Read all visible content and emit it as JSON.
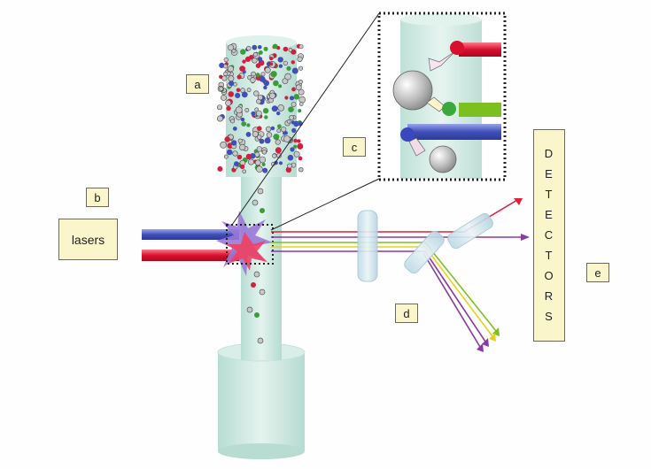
{
  "labels": {
    "a": "a",
    "b": "b",
    "c": "c",
    "d": "d",
    "e": "e"
  },
  "lasers_text": "lasers",
  "detectors_text": "DETECTORS",
  "colors": {
    "red_beam": "#e0203c",
    "blue_beam": "#5060c0",
    "green_beam": "#7cc020",
    "yellow_beam": "#e8d020",
    "purple_beam": "#8a3aa0",
    "column": "#cfe9e2",
    "label_fill": "#fbf5cc"
  }
}
